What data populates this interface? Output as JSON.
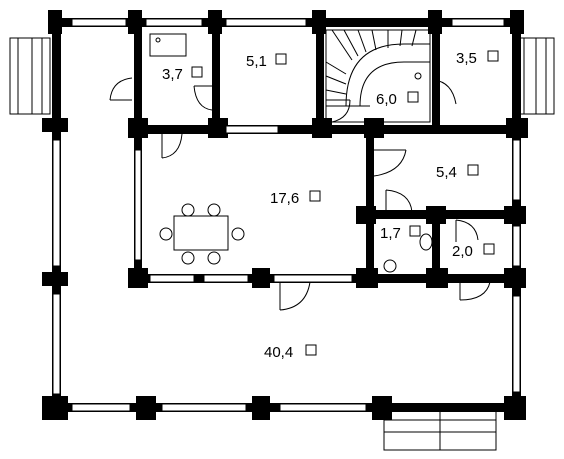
{
  "rooms": [
    {
      "id": "bath",
      "area": "3,7"
    },
    {
      "id": "hall-top",
      "area": "5,1"
    },
    {
      "id": "stairs",
      "area": "6,0"
    },
    {
      "id": "room-ne",
      "area": "3,5"
    },
    {
      "id": "living",
      "area": "17,6"
    },
    {
      "id": "room-e",
      "area": "5,4"
    },
    {
      "id": "wc",
      "area": "1,7"
    },
    {
      "id": "closet",
      "area": "2,0"
    },
    {
      "id": "terrace",
      "area": "40,4"
    }
  ],
  "unit_symbol": "m²",
  "colors": {
    "walls": "#000000",
    "background": "#ffffff",
    "thin_lines": "#000000"
  }
}
